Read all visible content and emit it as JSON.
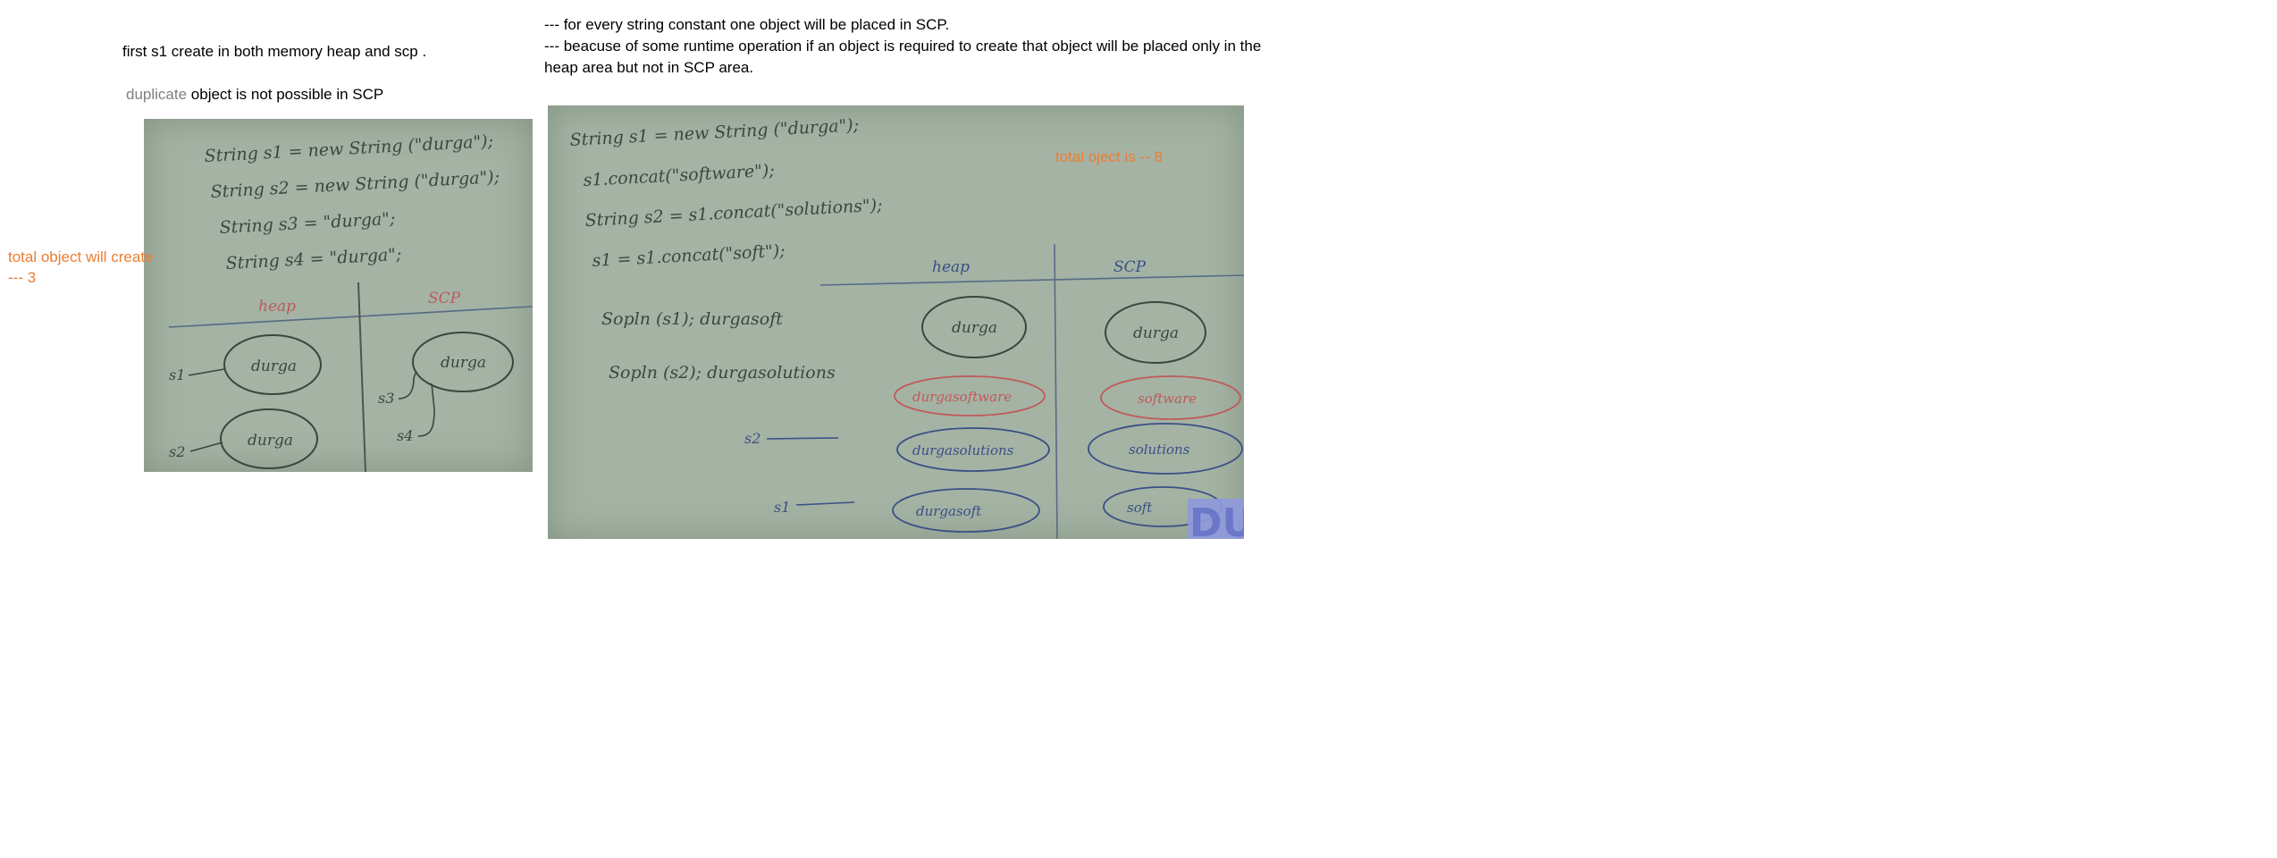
{
  "notes_left": {
    "line1": "first s1 create in both memory heap and scp .",
    "line2_dim": "duplicate",
    "line2_rest": " object is not possible in SCP",
    "count_line1": "total object will create",
    "count_line2": "--- 3"
  },
  "notes_right": {
    "line1": "--- for every string constant one object will be placed in SCP.",
    "line2": "--- beacuse of some runtime operation if an object is required to create that object will be placed only in the",
    "line3": "heap area but not in SCP area.",
    "total": "total oject is -- 8"
  },
  "board1": {
    "code": [
      "String  s1 = new  String (\"durga\");",
      "String  s2 = new  String (\"durga\");",
      "String  s3 = \"durga\";",
      "String  s4 = \"durga\";"
    ],
    "heap_label": "heap",
    "scp_label": "SCP",
    "heap_objects": [
      "durga",
      "durga"
    ],
    "scp_objects": [
      "durga"
    ],
    "refs": [
      "s1",
      "s2",
      "s3",
      "s4"
    ]
  },
  "board2": {
    "code": [
      "String  s1 = new  String (\"durga\");",
      "s1.concat(\"software\");",
      "String  s2 = s1.concat(\"solutions\");",
      "s1 = s1.concat(\"soft\");"
    ],
    "sopln": [
      "Sopln (s1); durgasoft",
      "Sopln (s2); durgasolutions"
    ],
    "heap_label": "heap",
    "scp_label": "SCP",
    "heap_objects": [
      "durga",
      "durgasoftware",
      "durgasolutions",
      "durgasoft"
    ],
    "scp_objects": [
      "durga",
      "software",
      "solutions",
      "soft"
    ],
    "refs": [
      "s2",
      "s1"
    ],
    "watermark": "DU"
  },
  "colors": {
    "accent": "#ed7d31",
    "board": "#a4b3a4",
    "chalk": "#3c463c",
    "chalk_blue": "#3a4f86",
    "chalk_red": "#c05a5a"
  }
}
